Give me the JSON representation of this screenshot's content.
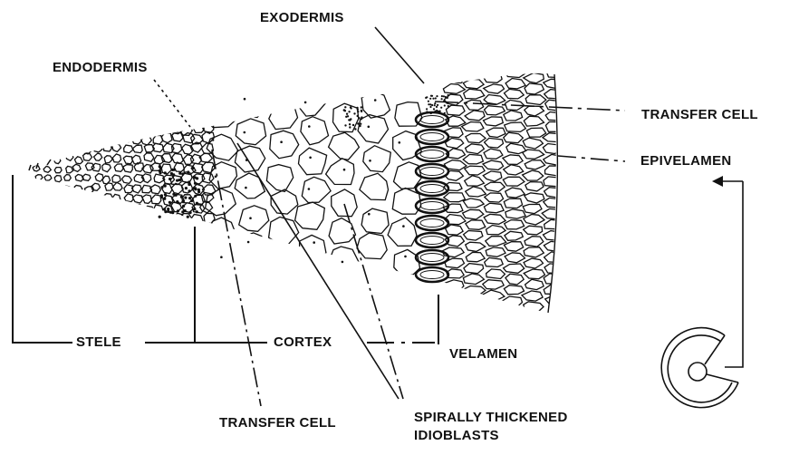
{
  "labels": {
    "exodermis": "EXODERMIS",
    "endodermis": "ENDODERMIS",
    "transfer_cell_right": "TRANSFER CELL",
    "epivelamen": "EPIVELAMEN",
    "stele": "STELE",
    "cortex": "CORTEX",
    "velamen": "VELAMEN",
    "transfer_cell_bottom": "TRANSFER CELL",
    "spirally_thickened_line1": "SPIRALLY THICKENED",
    "spirally_thickened_line2": "IDIOBLASTS"
  },
  "colors": {
    "ink": "#111111",
    "background": "#ffffff"
  }
}
